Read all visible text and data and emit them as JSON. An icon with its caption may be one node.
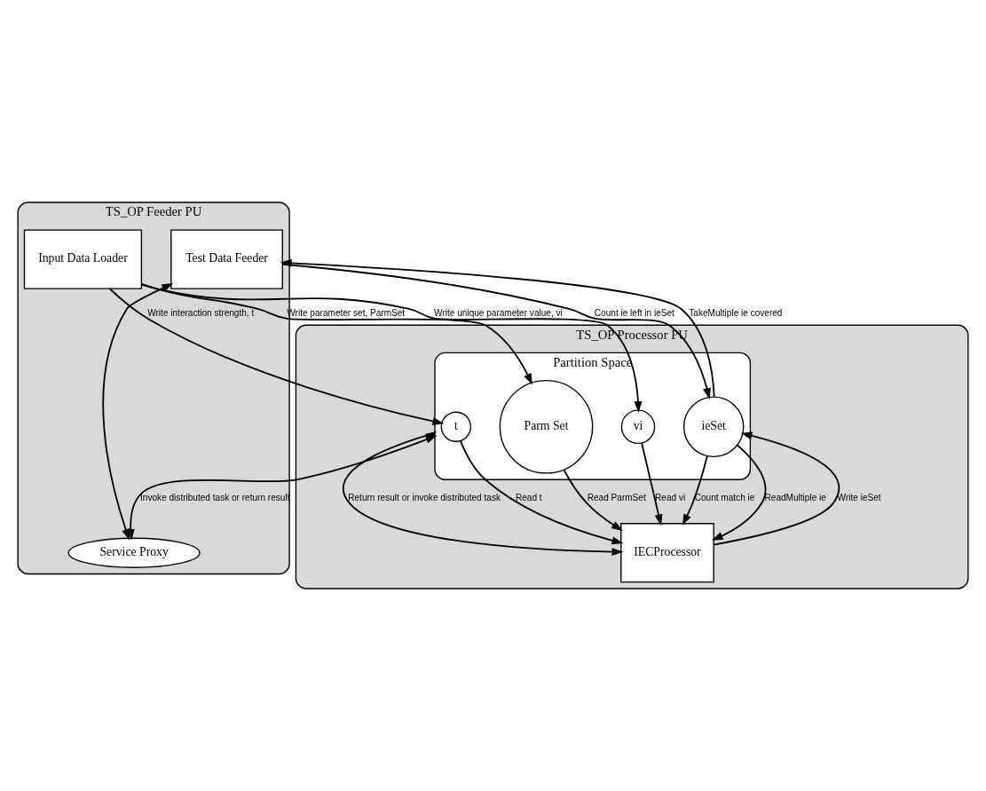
{
  "diagram": {
    "nodes": [
      {
        "text": [
          "TS_OP Feeder PU"
        ]
      },
      {
        "text": [
          "Input Data Loader"
        ],
        "in": 0
      },
      {
        "text": [
          "Test Data Feeder"
        ],
        "in": 0
      },
      {
        "text": [
          "Service Proxy"
        ],
        "in": 0
      },
      {
        "text": [
          "TS_OP Processor PU"
        ]
      },
      {
        "text": [
          "Partition Space"
        ],
        "in": 4
      },
      {
        "text": [
          "t"
        ],
        "in": 5
      },
      {
        "text": [
          "Parm Set"
        ],
        "in": 5
      },
      {
        "text": [
          "vi"
        ],
        "in": 5
      },
      {
        "text": [
          "ieSet"
        ],
        "in": 5
      },
      {
        "text": [
          "IECProcessor"
        ],
        "in": 4
      }
    ],
    "edges": [
      {
        "from": 1,
        "to": 6,
        "arrow": "to",
        "label": "Write interaction strength, t"
      },
      {
        "from": 1,
        "to": 7,
        "arrow": "to",
        "label": "Write parameter set, ParmSet"
      },
      {
        "from": 1,
        "to": 8,
        "arrow": "to",
        "label": "Write unique parameter value, vi"
      },
      {
        "from": 9,
        "to": 2,
        "arrow": "to",
        "label": "TakeMultiple ie covered"
      },
      {
        "from": 2,
        "to": 9,
        "arrow": "to",
        "label": "Count ie left in ieSet"
      },
      {
        "from": 2,
        "to": 3,
        "arrow": "both"
      },
      {
        "from": 5,
        "to": 3,
        "arrow": "both",
        "label": "Invoke distributed task or return result"
      },
      {
        "from": 9,
        "to": 10,
        "arrow": "to",
        "label": "Count match ie"
      },
      {
        "from": 9,
        "to": 10,
        "arrow": "to",
        "label": "ReadMultiple ie"
      },
      {
        "from": 10,
        "to": 9,
        "arrow": "to",
        "label": "Write ieSet"
      },
      {
        "from": 8,
        "to": 10,
        "arrow": "to",
        "label": "Read vi"
      },
      {
        "from": 7,
        "to": 10,
        "arrow": "to",
        "label": "Read ParmSet"
      },
      {
        "from": 6,
        "to": 10,
        "arrow": "to",
        "label": "Read t"
      },
      {
        "from": 5,
        "to": 10,
        "arrow": "both",
        "label": "Return result or invoke distributed task"
      }
    ]
  }
}
